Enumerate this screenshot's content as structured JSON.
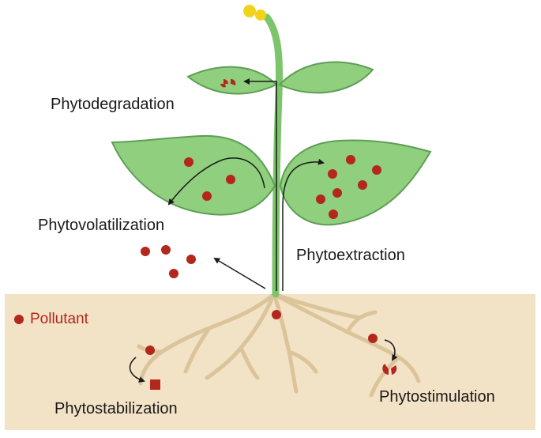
{
  "labels": {
    "phytodegradation": "Phytodegradation",
    "phytovolatilization": "Phytovolatilization",
    "phytoextraction": "Phytoextraction",
    "phytostabilization": "Phytostabilization",
    "phytostimulation": "Phytostimulation"
  },
  "legend": {
    "pollutant": "Pollutant"
  },
  "colors": {
    "soil": "#f2e2c6",
    "leaf_fill": "#8fcf7d",
    "leaf_stroke": "#5e9e55",
    "stem": "#7cc56a",
    "root": "#dcc49a",
    "pollutant": "#b3271d",
    "flower": "#f2d21b",
    "arrow": "#1a1a1a",
    "text": "#1a1a1a",
    "legend_text": "#b3271d"
  }
}
